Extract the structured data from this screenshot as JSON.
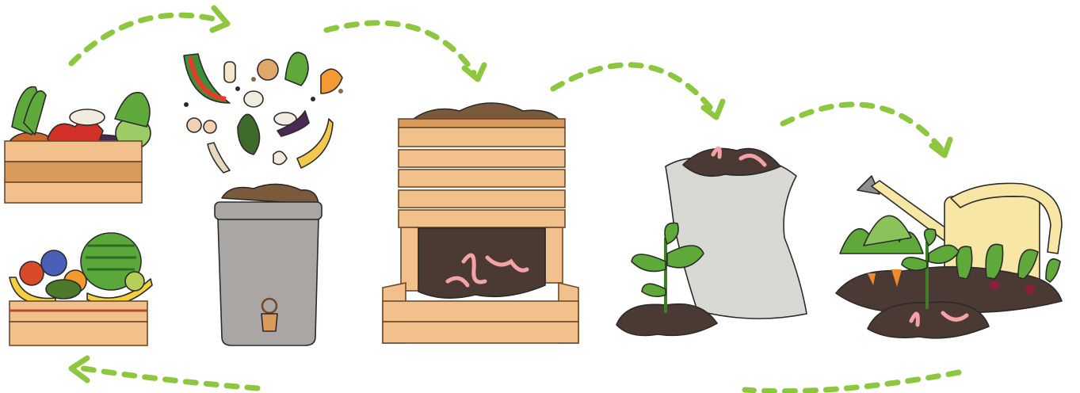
{
  "figure": {
    "colors": {
      "arrow": "#8dc63f",
      "wood": "#f2c08a",
      "wood_dark": "#d99a5c",
      "soil": "#4a3a33",
      "bin": "#a9a6a3",
      "sack": "#d9d9d4",
      "worm": "#f2a3a6",
      "leaf": "#5fa83a",
      "can": "#f7e6a4"
    },
    "stages": [
      {
        "id": "produce-crates",
        "icon": "fruit-vegetable-crates-icon"
      },
      {
        "id": "food-scraps",
        "icon": "food-scraps-bin-icon"
      },
      {
        "id": "compost-bin",
        "icon": "wooden-compost-bin-icon"
      },
      {
        "id": "compost-sack",
        "icon": "compost-sack-seedling-icon"
      },
      {
        "id": "garden",
        "icon": "garden-watering-can-icon"
      }
    ]
  }
}
